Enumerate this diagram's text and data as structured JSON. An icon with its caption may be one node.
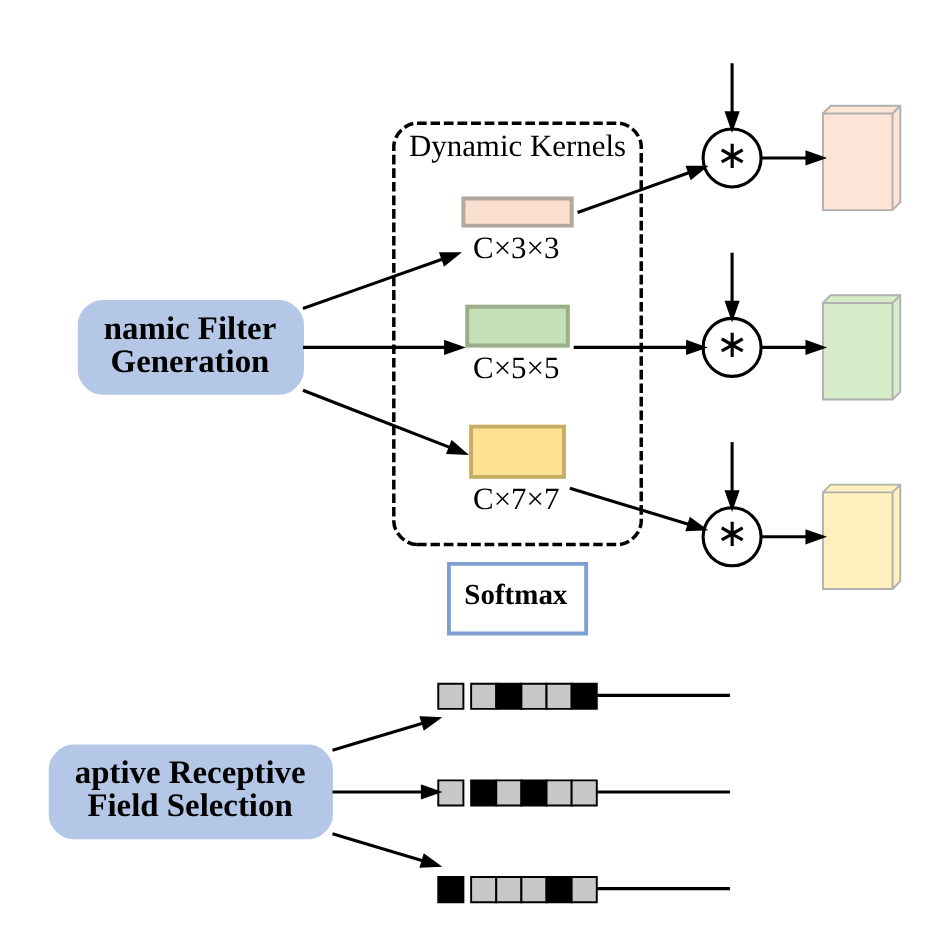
{
  "diagram": {
    "nodes": [
      {
        "text": [
          "namic Filter Generation"
        ]
      },
      {
        "text": [
          "Dynamic Kernels"
        ]
      },
      {
        "text": [
          "C×3×3"
        ],
        "in": 1
      },
      {
        "text": [
          "C×5×5"
        ],
        "in": 1
      },
      {
        "text": [
          "C×7×7"
        ],
        "in": 1
      },
      {
        "text": [
          "∗"
        ]
      },
      {
        "text": [
          "∗"
        ]
      },
      {
        "text": [
          "∗"
        ]
      },
      {
        "text": [],
        "shape": "box"
      },
      {
        "text": [],
        "shape": "box"
      },
      {
        "text": [],
        "shape": "box"
      },
      {
        "text": [
          "aptive Receptive Field Selection"
        ]
      },
      {
        "text": [
          "Softmax"
        ]
      },
      {
        "text": [],
        "shape": "bar"
      },
      {
        "text": [],
        "shape": "bar"
      },
      {
        "text": [],
        "shape": "bar"
      }
    ],
    "edges": [
      {
        "from": 0,
        "to": 2,
        "arrow": "to"
      },
      {
        "from": 0,
        "to": 3,
        "arrow": "to"
      },
      {
        "from": 0,
        "to": 4,
        "arrow": "to"
      },
      {
        "from": null,
        "to": 5,
        "arrow": "to"
      },
      {
        "from": 2,
        "to": 5,
        "arrow": "to"
      },
      {
        "from": 5,
        "to": 8,
        "arrow": "to"
      },
      {
        "from": null,
        "to": 6,
        "arrow": "to"
      },
      {
        "from": 3,
        "to": 6,
        "arrow": "to"
      },
      {
        "from": 6,
        "to": 9,
        "arrow": "to"
      },
      {
        "from": null,
        "to": 7,
        "arrow": "to"
      },
      {
        "from": 4,
        "to": 7,
        "arrow": "to"
      },
      {
        "from": 7,
        "to": 10,
        "arrow": "to"
      },
      {
        "from": 11,
        "to": 13,
        "arrow": "to"
      },
      {
        "from": 11,
        "to": 14,
        "arrow": "to"
      },
      {
        "from": 11,
        "to": 15,
        "arrow": "to"
      },
      {
        "from": 13,
        "to": null,
        "arrow": "none"
      },
      {
        "from": 14,
        "to": null,
        "arrow": "none"
      },
      {
        "from": 15,
        "to": null,
        "arrow": "none"
      }
    ]
  }
}
